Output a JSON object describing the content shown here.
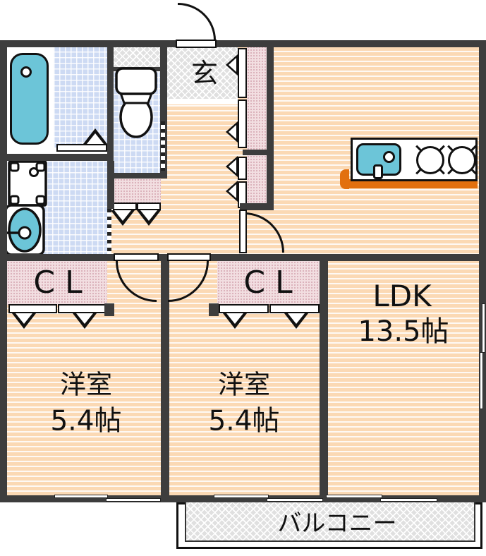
{
  "plan": {
    "rooms": {
      "genkan": {
        "label": "玄"
      },
      "ldk": {
        "label": "LDK",
        "size": "13.5帖"
      },
      "bedroom1": {
        "label": "洋室",
        "size": "5.4帖"
      },
      "bedroom2": {
        "label": "洋室",
        "size": "5.4帖"
      },
      "closet1": {
        "label": "CL"
      },
      "closet2": {
        "label": "CL"
      },
      "balcony": {
        "label": "バルコニー"
      }
    },
    "colors": {
      "wall": "#3d3d3d",
      "floor": "#fbd9b4",
      "wet_area_tile": "#cddaf3",
      "closet_fill": "#f2dee1",
      "hatch_fill": "#e0e0e0",
      "fixture_teal": "#6cc5d8",
      "counter_edge": "#e2700f"
    },
    "fixtures": [
      "bathtub",
      "toilet",
      "washing-machine",
      "washbasin",
      "kitchen-sink",
      "stove-burners",
      "entrance-door",
      "room-doors",
      "folding-closet-doors",
      "windows"
    ]
  }
}
